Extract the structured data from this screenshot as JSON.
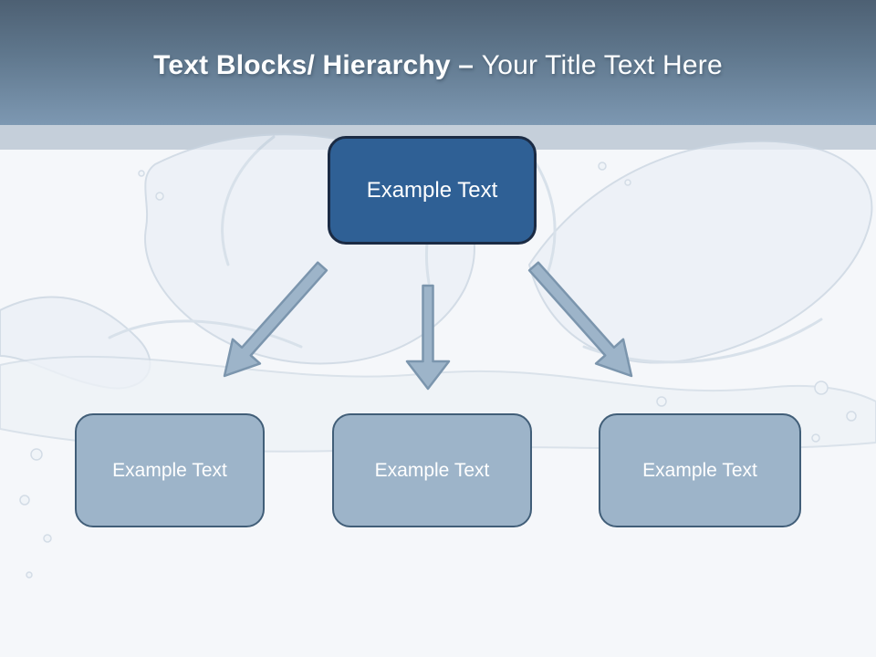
{
  "header": {
    "title_bold": "Text Blocks/ Hierarchy",
    "title_dash": "–",
    "title_regular": "Your Title Text Here"
  },
  "hierarchy": {
    "root": {
      "label": "Example Text"
    },
    "children": [
      {
        "label": "Example Text"
      },
      {
        "label": "Example Text"
      },
      {
        "label": "Example Text"
      }
    ]
  },
  "icons": {
    "arrow_left": "down-left-arrow",
    "arrow_middle": "down-arrow",
    "arrow_right": "down-right-arrow"
  },
  "colors": {
    "header_gradient_top": "#4d6073",
    "header_gradient_bottom": "#7d98b2",
    "divider_band": "#c5cfda",
    "background": "#f5f7fa",
    "root_box_fill": "#2f6095",
    "root_box_border": "#1b2b44",
    "child_box_fill": "#9db4c9",
    "child_box_border": "#415e78",
    "arrow_fill": "#9db4c9",
    "arrow_stroke": "#7b95ad",
    "title_text": "#ffffff"
  }
}
